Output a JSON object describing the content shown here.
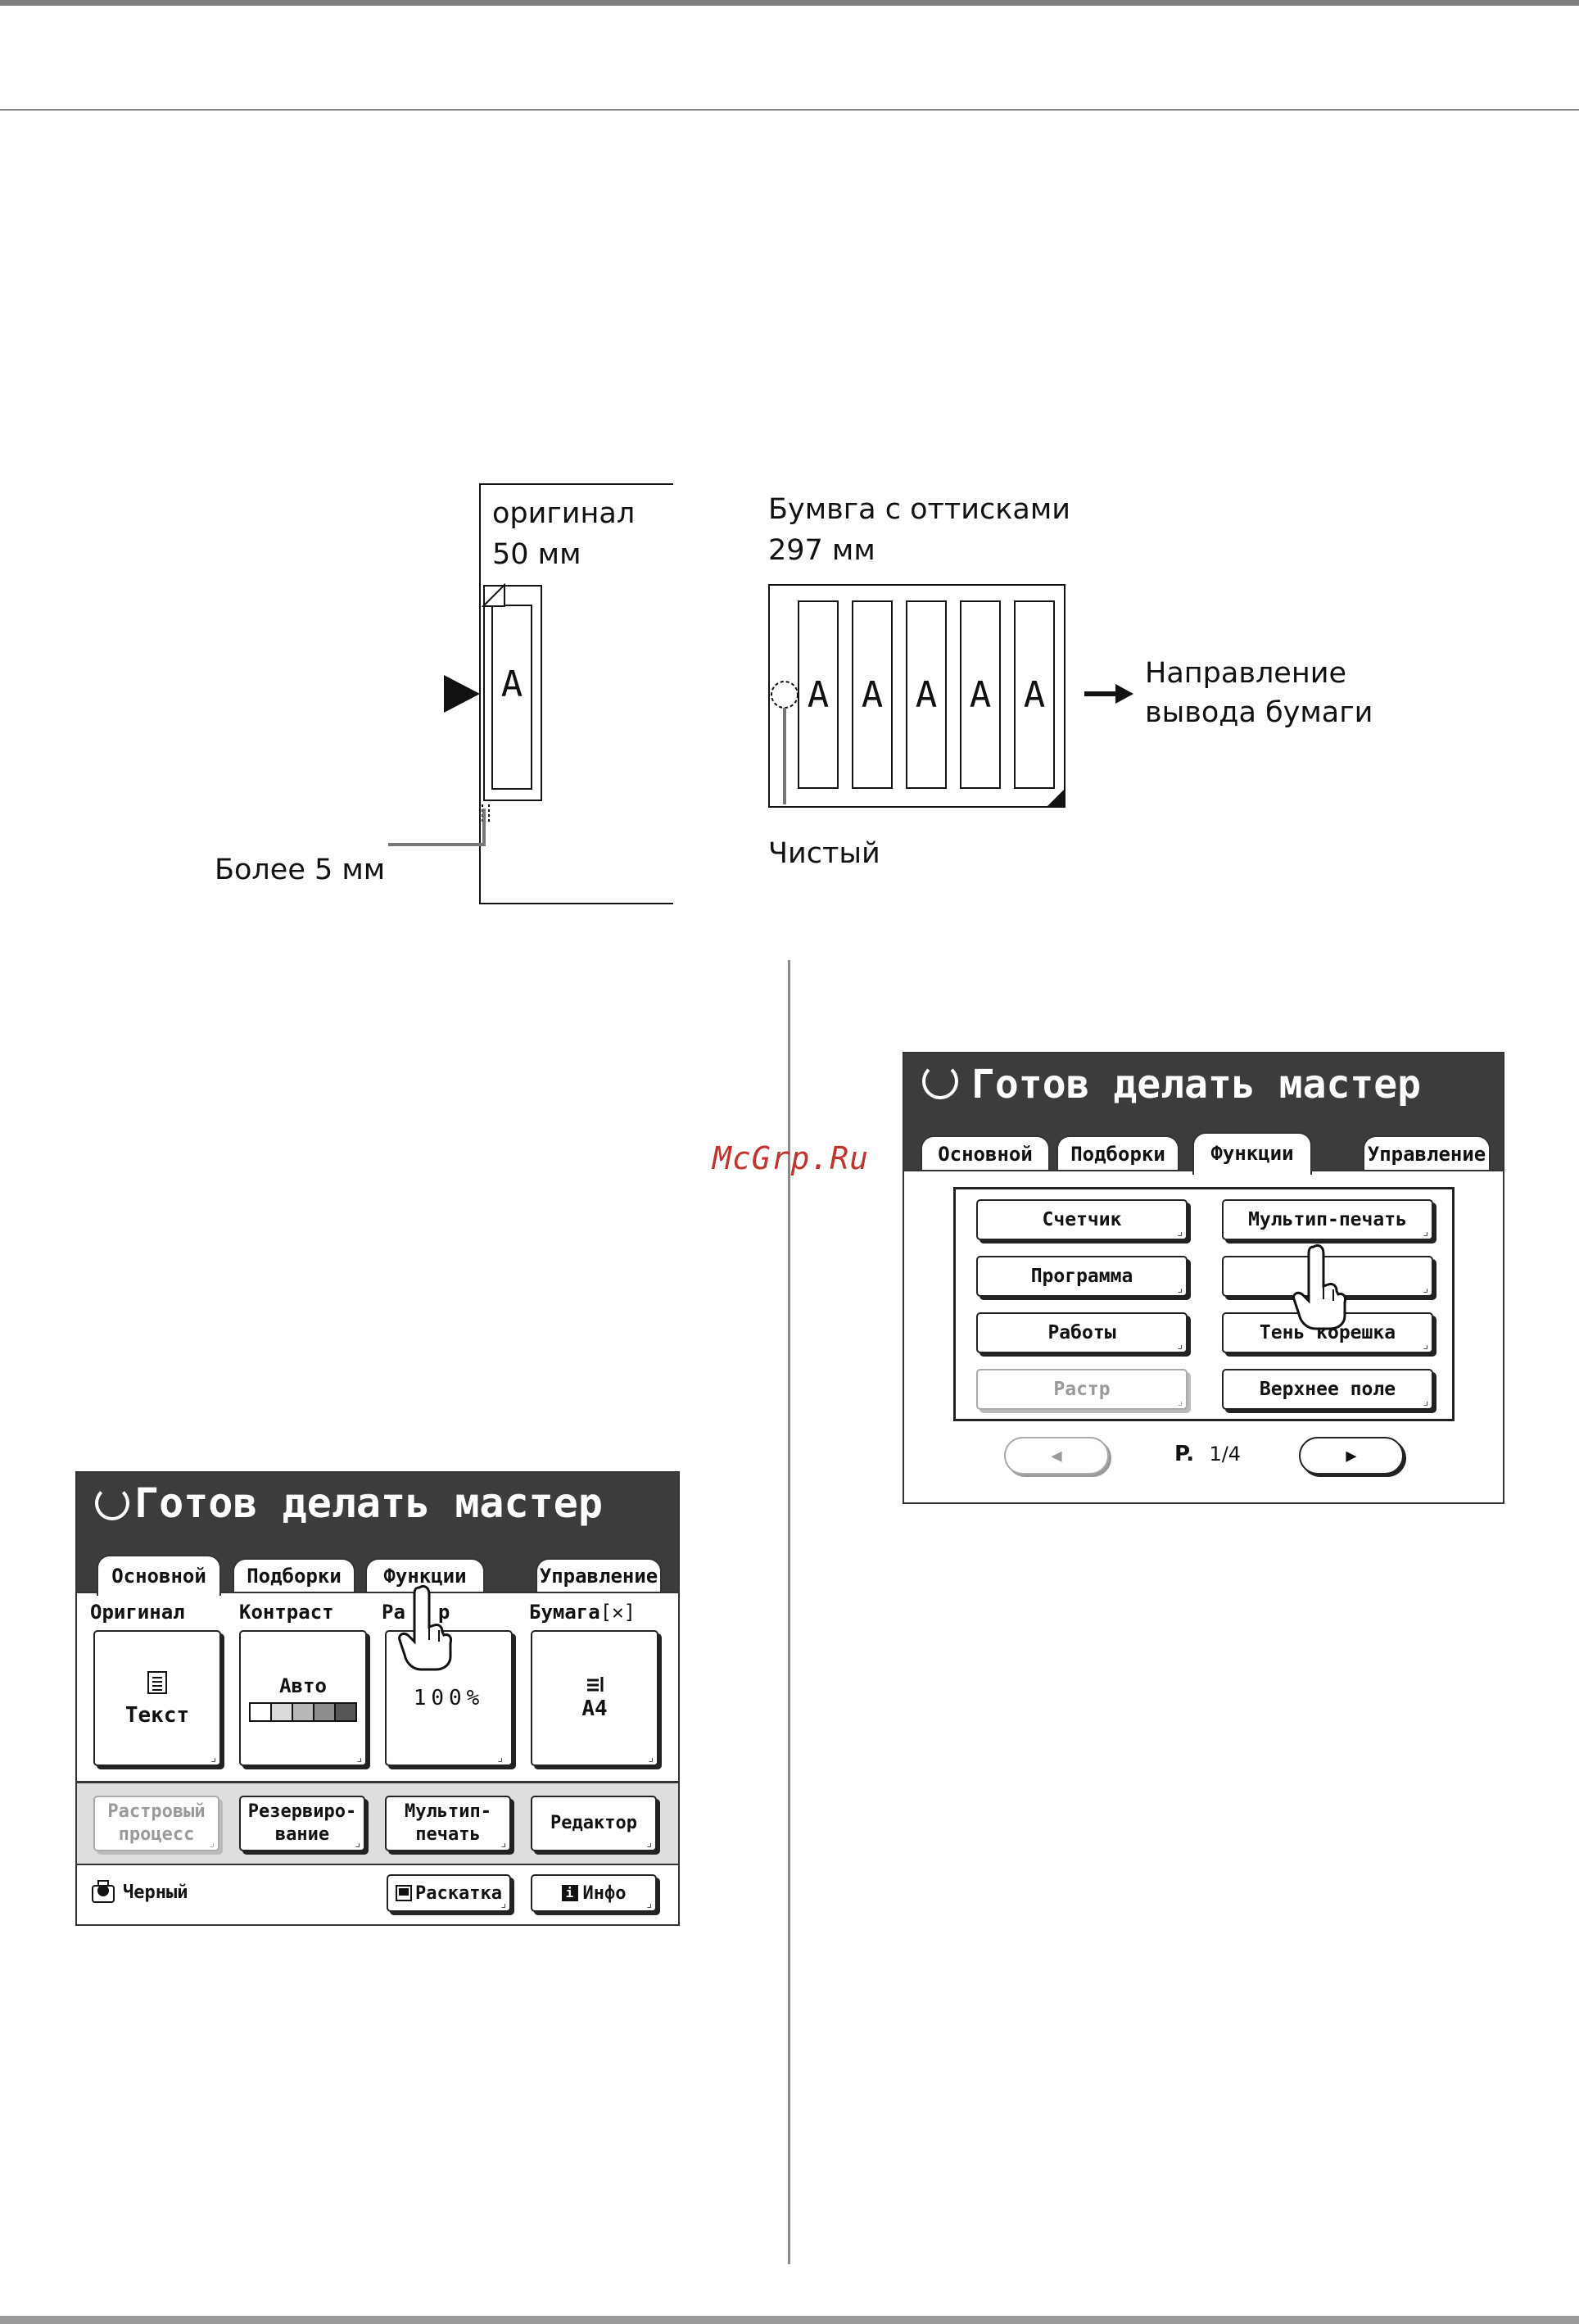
{
  "diagram": {
    "original_label": "оригинал",
    "original_size": "50 мм",
    "original_letter": "A",
    "more_label": "Более 5 мм",
    "paper_label": "Бумвга с оттисками",
    "paper_size": "297 мм",
    "paper_letters": [
      "A",
      "A",
      "A",
      "A",
      "A"
    ],
    "direction_label": [
      "Направление",
      "вывода бумаги"
    ],
    "blank_label": "Чистый"
  },
  "watermark": "McGrp.Ru",
  "panel_functions": {
    "title": "Готов делать мастер",
    "tabs": [
      "Основной",
      "Подборки",
      "Функции",
      "Управление"
    ],
    "active_tab": "Функции",
    "buttons": [
      {
        "label": "Счетчик",
        "enabled": true
      },
      {
        "label": "Мультип-печать",
        "enabled": true
      },
      {
        "label": "Программа",
        "enabled": true
      },
      {
        "label": "",
        "enabled": true
      },
      {
        "label": "Работы",
        "enabled": true
      },
      {
        "label": "Тень корешка",
        "enabled": true
      },
      {
        "label": "Растр",
        "enabled": false
      },
      {
        "label": "Верхнее поле",
        "enabled": true
      }
    ],
    "prev_icon": "◀",
    "next_icon": "▶",
    "page_prefix": "P.",
    "page_value": "1/4"
  },
  "panel_main": {
    "title": "Готов делать мастер",
    "tabs": [
      "Основной",
      "Подборки",
      "Функции",
      "Управление"
    ],
    "active_tab": "Основной",
    "labels": {
      "original": "Оригинал",
      "contrast": "Контраст",
      "raster": "Ра",
      "raster_tail": "р",
      "paper": "Бумага"
    },
    "paper_icon": "[✕]",
    "original_value": "Текст",
    "contrast_value": "Авто",
    "contrast_swatches": [
      "#ffffff",
      "#dcdcdc",
      "#b8b8b8",
      "#8c8c8c",
      "#555555"
    ],
    "raster_value": "100%",
    "paper_value": "A4",
    "row_buttons": [
      {
        "label": [
          "Растровый",
          "процесс"
        ],
        "enabled": false
      },
      {
        "label": [
          "Резервиро-",
          "вание"
        ],
        "enabled": true
      },
      {
        "label": [
          "Мультип-",
          "печать"
        ],
        "enabled": true
      },
      {
        "label": [
          "Редактор"
        ],
        "enabled": true
      }
    ],
    "ink_label": "Черный",
    "roll_label": "Раскатка",
    "info_label": "Инфо"
  }
}
